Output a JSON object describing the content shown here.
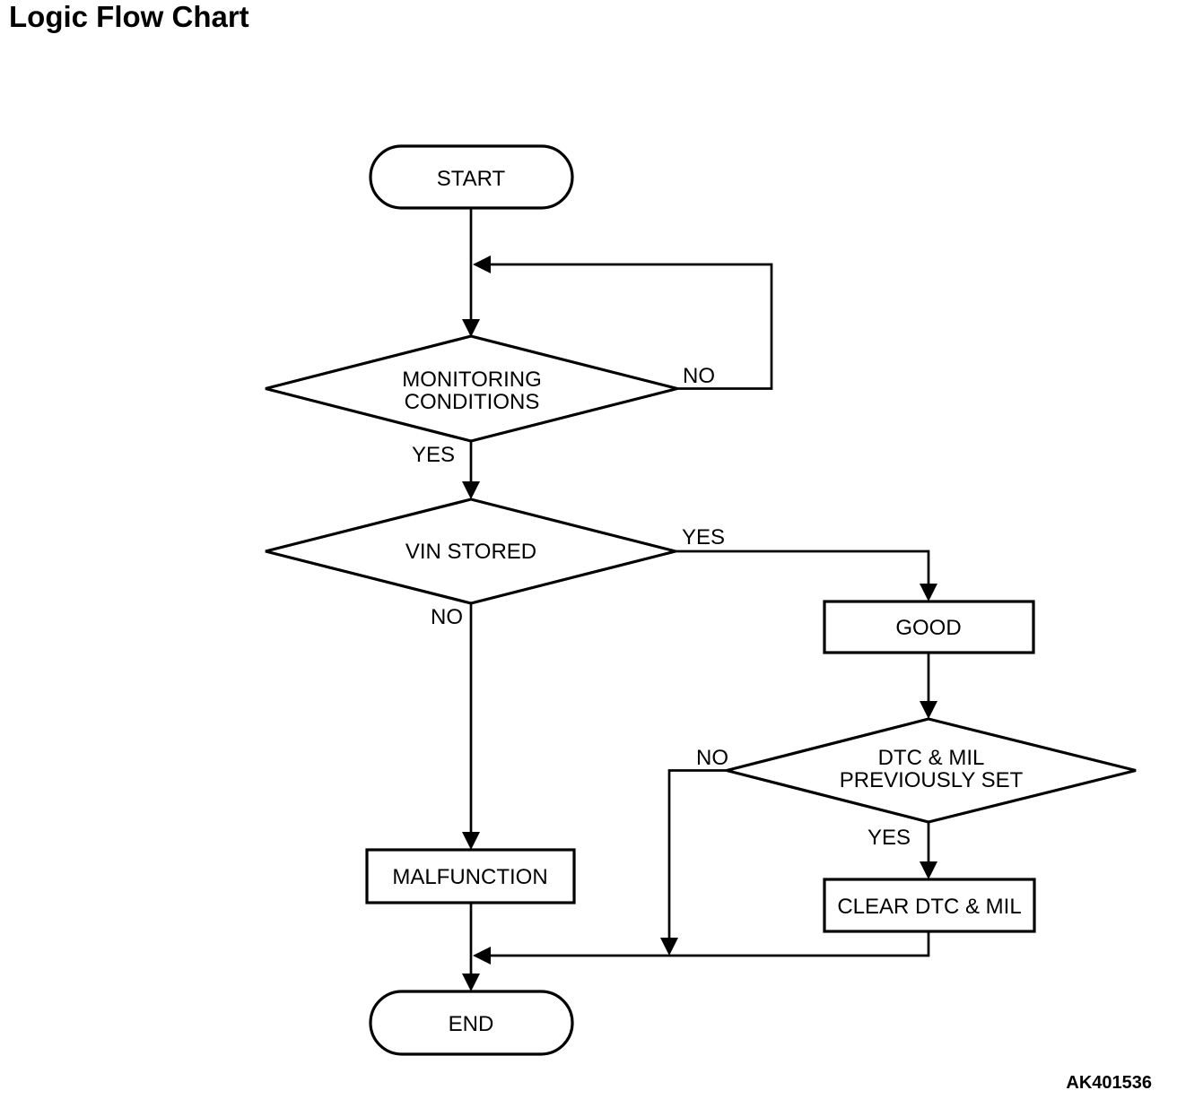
{
  "title": "Logic Flow Chart",
  "figure_code": "AK401536",
  "colors": {
    "line": "#000000",
    "shape_fill": "#ffffff",
    "text": "#000000",
    "background": "#ffffff"
  },
  "flowchart": {
    "start": {
      "type": "terminator",
      "label": "START"
    },
    "monitoring_conditions": {
      "type": "decision",
      "label_line1": "MONITORING",
      "label_line2": "CONDITIONS",
      "no_label": "NO",
      "yes_label": "YES"
    },
    "vin_stored": {
      "type": "decision",
      "label": "VIN STORED",
      "yes_label": "YES",
      "no_label": "NO"
    },
    "good": {
      "type": "process",
      "label": "GOOD"
    },
    "dtc_mil_previously_set": {
      "type": "decision",
      "label_line1": "DTC & MIL",
      "label_line2": "PREVIOUSLY SET",
      "no_label": "NO",
      "yes_label": "YES"
    },
    "clear_dtc_mil": {
      "type": "process",
      "label": "CLEAR DTC & MIL"
    },
    "malfunction": {
      "type": "process",
      "label": "MALFUNCTION"
    },
    "end": {
      "type": "terminator",
      "label": "END"
    }
  }
}
